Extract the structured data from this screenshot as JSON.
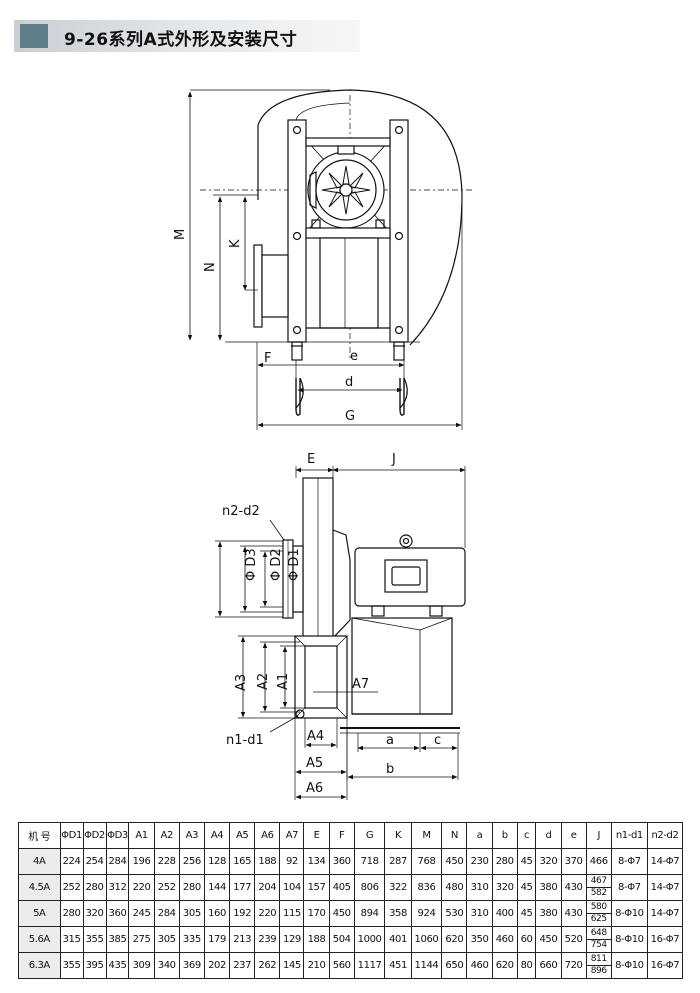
{
  "title": "9-26系列A式外形及安装尺寸",
  "front_view": {
    "labels": {
      "M": "M",
      "N": "N",
      "K": "K",
      "F": "F",
      "e": "e",
      "d": "d",
      "G": "G"
    }
  },
  "side_view": {
    "labels": {
      "E": "E",
      "J": "J",
      "n2d2": "n2-d2",
      "D3": "Φ D3",
      "D2": "Φ D2",
      "D1": "Φ D1",
      "A3": "A3",
      "A2": "A2",
      "A1": "A1",
      "A7": "A7",
      "n1d1": "n1-d1",
      "A4": "A4",
      "A5": "A5",
      "A6": "A6",
      "a": "a",
      "c": "c",
      "b": "b"
    }
  },
  "table": {
    "headers": [
      "机 号",
      "ΦD1",
      "ΦD2",
      "ΦD3",
      "A1",
      "A2",
      "A3",
      "A4",
      "A5",
      "A6",
      "A7",
      "E",
      "F",
      "G",
      "K",
      "M",
      "N",
      "a",
      "b",
      "c",
      "d",
      "e",
      "J",
      "n1-d1",
      "n2-d2"
    ],
    "rows": [
      {
        "cells": [
          "4A",
          "224",
          "254",
          "284",
          "196",
          "228",
          "256",
          "128",
          "165",
          "188",
          "92",
          "134",
          "360",
          "718",
          "287",
          "768",
          "450",
          "230",
          "280",
          "45",
          "320",
          "370"
        ],
        "J": [
          "466"
        ],
        "n1d1": "8-Φ7",
        "n2d2": "14-Φ7"
      },
      {
        "cells": [
          "4.5A",
          "252",
          "280",
          "312",
          "220",
          "252",
          "280",
          "144",
          "177",
          "204",
          "104",
          "157",
          "405",
          "806",
          "322",
          "836",
          "480",
          "310",
          "320",
          "45",
          "380",
          "430"
        ],
        "J": [
          "467",
          "582"
        ],
        "n1d1": "8-Φ7",
        "n2d2": "14-Φ7"
      },
      {
        "cells": [
          "5A",
          "280",
          "320",
          "360",
          "245",
          "284",
          "305",
          "160",
          "192",
          "220",
          "115",
          "170",
          "450",
          "894",
          "358",
          "924",
          "530",
          "310",
          "400",
          "45",
          "380",
          "430"
        ],
        "J": [
          "580",
          "625"
        ],
        "n1d1": "8-Φ10",
        "n2d2": "14-Φ7"
      },
      {
        "cells": [
          "5.6A",
          "315",
          "355",
          "385",
          "275",
          "305",
          "335",
          "179",
          "213",
          "239",
          "129",
          "188",
          "504",
          "1000",
          "401",
          "1060",
          "620",
          "350",
          "460",
          "60",
          "450",
          "520"
        ],
        "J": [
          "648",
          "754"
        ],
        "n1d1": "8-Φ10",
        "n2d2": "16-Φ7"
      },
      {
        "cells": [
          "6.3A",
          "355",
          "395",
          "435",
          "309",
          "340",
          "369",
          "202",
          "237",
          "262",
          "145",
          "210",
          "560",
          "1117",
          "451",
          "1144",
          "650",
          "460",
          "620",
          "80",
          "660",
          "720"
        ],
        "J": [
          "811",
          "896"
        ],
        "n1d1": "8-Φ10",
        "n2d2": "16-Φ7"
      }
    ]
  }
}
